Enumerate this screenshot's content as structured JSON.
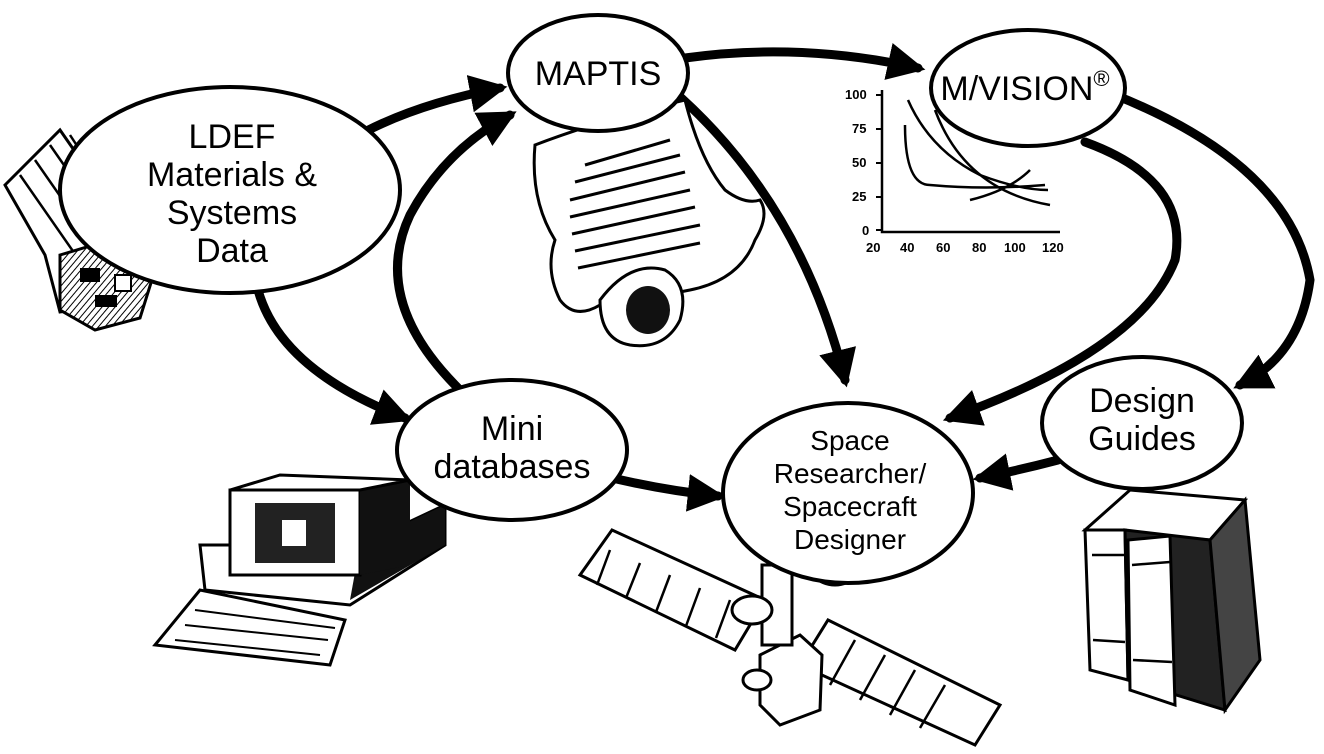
{
  "nodes": {
    "ldef": [
      "LDEF",
      "Materials &",
      "Systems",
      "Data"
    ],
    "maptis": [
      "MAPTIS"
    ],
    "mvision": [
      "M/VISION",
      "®"
    ],
    "mini": [
      "Mini",
      "databases"
    ],
    "designer": [
      "Space",
      "Researcher/",
      "Spacecraft",
      "Designer"
    ],
    "guides": [
      "Design",
      "Guides"
    ]
  },
  "inset_chart": {
    "y_ticks": [
      "100",
      "75",
      "50",
      "25",
      "0"
    ],
    "x_ticks": [
      "20",
      "40",
      "60",
      "80",
      "100",
      "120"
    ]
  },
  "icons": [
    "ldef-satellite-icon",
    "document-scroll-icon",
    "computer-icon",
    "satellite-icon",
    "books-icon"
  ],
  "colors": {
    "ink": "#000000",
    "paper": "#ffffff"
  }
}
